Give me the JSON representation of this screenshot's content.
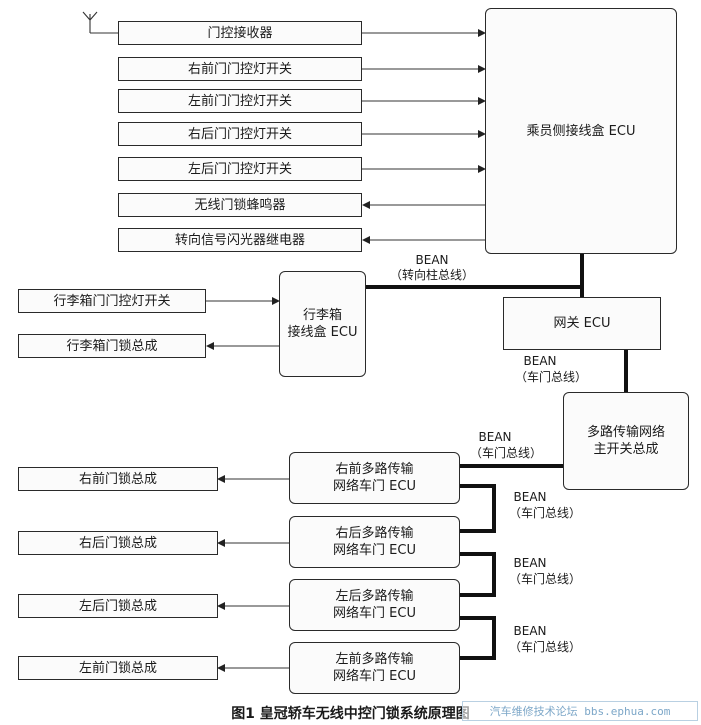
{
  "boxes": {
    "door_receiver": "门控接收器",
    "fr_courtesy_sw": "右前门门控灯开关",
    "fl_courtesy_sw": "左前门门控灯开关",
    "rr_courtesy_sw": "右后门门控灯开关",
    "rl_courtesy_sw": "左后门门控灯开关",
    "wireless_buzzer": "无线门锁蜂鸣器",
    "turn_relay": "转向信号闪光器继电器",
    "passenger_jb_ecu": "乘员侧接线盒 ECU",
    "trunk_courtesy_sw": "行李箱门门控灯开关",
    "trunk_lock_assy": "行李箱门锁总成",
    "trunk_jb_ecu_line1": "行李箱",
    "trunk_jb_ecu_line2": "接线盒 ECU",
    "gateway_ecu": "网关 ECU",
    "mpx_master_line1": "多路传输网络",
    "mpx_master_line2": "主开关总成",
    "fr_door_ecu_line1": "右前多路传输",
    "fr_door_ecu_line2": "网络车门 ECU",
    "rr_door_ecu_line1": "右后多路传输",
    "rr_door_ecu_line2": "网络车门 ECU",
    "rl_door_ecu_line1": "左后多路传输",
    "rl_door_ecu_line2": "网络车门 ECU",
    "fl_door_ecu_line1": "左前多路传输",
    "fl_door_ecu_line2": "网络车门 ECU",
    "fr_lock": "右前门锁总成",
    "rr_lock": "右后门锁总成",
    "rl_lock": "左后门锁总成",
    "fl_lock": "左前门锁总成"
  },
  "bus_labels": {
    "bean": "BEAN",
    "steering_bus": "（转向柱总线）",
    "door_bus": "（车门总线）"
  },
  "caption": "图1 皇冠轿车无线中控门锁系统原理图",
  "watermark": "汽车维修技术论坛 bbs.ephua.com"
}
